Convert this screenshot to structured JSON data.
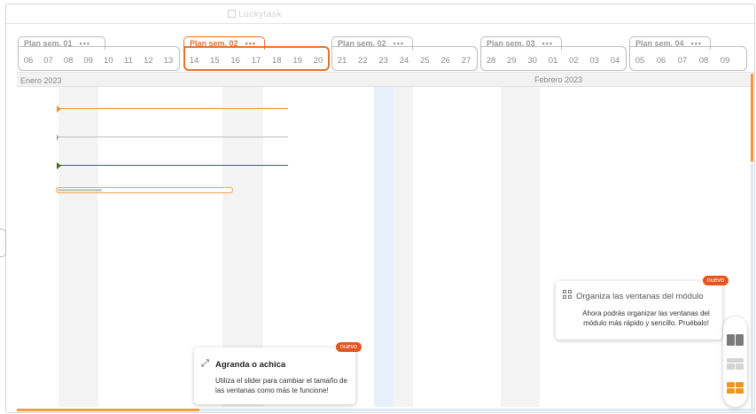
{
  "header": {
    "logo_text": "Luckytask"
  },
  "plans": [
    {
      "name": "Plan sem. 01",
      "menu": "•••",
      "days": [
        "06",
        "07",
        "08",
        "09",
        "10",
        "11",
        "12",
        "13"
      ],
      "active": false
    },
    {
      "name": "Plan sem. 02",
      "menu": "•••",
      "days": [
        "14",
        "15",
        "16",
        "17",
        "18",
        "19",
        "20"
      ],
      "active": true
    },
    {
      "name": "Plan sem. 02",
      "menu": "•••",
      "days": [
        "21",
        "22",
        "23",
        "24",
        "25",
        "26",
        "27"
      ],
      "active": false
    },
    {
      "name": "Plan sem. 03",
      "menu": "•••",
      "days": [
        "28",
        "29",
        "30",
        "01",
        "02",
        "03",
        "04"
      ],
      "active": false
    },
    {
      "name": "Plan sem. 04",
      "menu": "•••",
      "days": [
        "05",
        "06",
        "07",
        "08",
        "09"
      ],
      "active": false
    }
  ],
  "months": {
    "first": "Enero 2023",
    "second": "Febrero 2023"
  },
  "tasks": {
    "progress_fraction": 0.25
  },
  "cards": {
    "resize": {
      "badge": "nuevo",
      "title": "Agranda o achica",
      "text": "Utiliza el slider para cambiar el tamaño de las ventanas como más te funcione!"
    },
    "organize": {
      "badge": "nuevo",
      "title": "Organiza las ventanas del módulo",
      "text": "Ahora podrás organizar las ventanas del módulo más rápido y sencillo. Pruébalo!"
    }
  },
  "colors": {
    "accent": "#e4722c",
    "badge": "#e8531f",
    "task_orange": "#e8952e",
    "task_green": "#4a6b1f",
    "today": "#e8f1fb"
  }
}
